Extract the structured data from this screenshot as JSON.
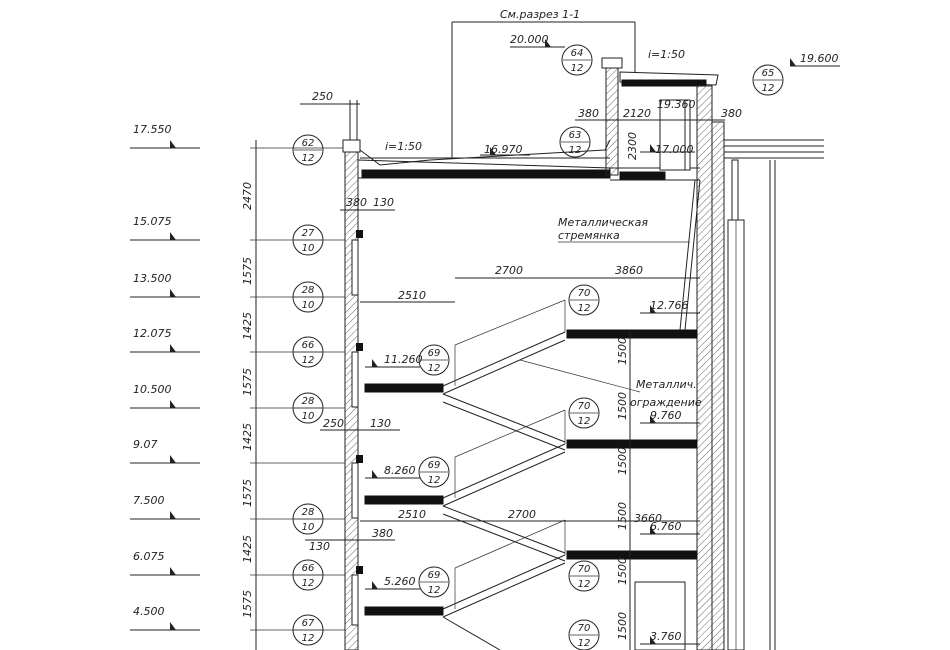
{
  "section_note": "См.разрез 1-1",
  "levels_left": [
    "17.550",
    "15.075",
    "13.500",
    "12.075",
    "10.500",
    "9.07",
    "7.500",
    "6.075",
    "4.500"
  ],
  "floor_heights": [
    "2470",
    "1575",
    "1425",
    "1575",
    "1425",
    "1575",
    "1425",
    "1575"
  ],
  "bubbles_left": [
    {
      "num": "62",
      "den": "12"
    },
    {
      "num": "27",
      "den": "10"
    },
    {
      "num": "28",
      "den": "10"
    },
    {
      "num": "66",
      "den": "12"
    },
    {
      "num": "28",
      "den": "10"
    },
    {
      "num": "28",
      "den": "10"
    },
    {
      "num": "66",
      "den": "12"
    },
    {
      "num": "67",
      "den": "12"
    }
  ],
  "bubbles_stair": [
    {
      "num": "64",
      "den": "12"
    },
    {
      "num": "63",
      "den": "12"
    },
    {
      "num": "65",
      "den": "12"
    },
    {
      "num": "70",
      "den": "12"
    },
    {
      "num": "69",
      "den": "12"
    },
    {
      "num": "70",
      "den": "12"
    },
    {
      "num": "69",
      "den": "12"
    },
    {
      "num": "69",
      "den": "12"
    },
    {
      "num": "70",
      "den": "12"
    },
    {
      "num": "70",
      "den": "12"
    }
  ],
  "marks": {
    "m20000": "20.000",
    "m19600": "19.600",
    "m19360": "19.360",
    "m16970": "16.970",
    "m17000": "17.000",
    "m12766": "12.766",
    "m11260": "11.260",
    "m9760": "9.760",
    "m8260": "8.260",
    "m6760": "6.760",
    "m5260": "5.260",
    "m3760": "3.760"
  },
  "slopes": [
    "i=1:50",
    "i=1:50"
  ],
  "dims": {
    "d250a": "250",
    "d380a": "380",
    "d2120": "2120",
    "d380b": "380",
    "d2300": "2300",
    "d380c": "380",
    "d130a": "130",
    "d2700a": "2700",
    "d3860": "3860",
    "d2510a": "2510",
    "d250b": "250",
    "d130b": "130",
    "d2510b": "2510",
    "d2700b": "2700",
    "d3660": "3660",
    "d130c": "130",
    "d380d": "380",
    "d1500a": "1500",
    "d1500b": "1500",
    "d1500c": "1500",
    "d1500d": "1500",
    "d1500e": "1500",
    "d1500f": "1500"
  },
  "notes": {
    "ladder1": "Металлическая",
    "ladder2": "стремянка",
    "rail1": "Металлич.",
    "rail2": "ограждение"
  }
}
